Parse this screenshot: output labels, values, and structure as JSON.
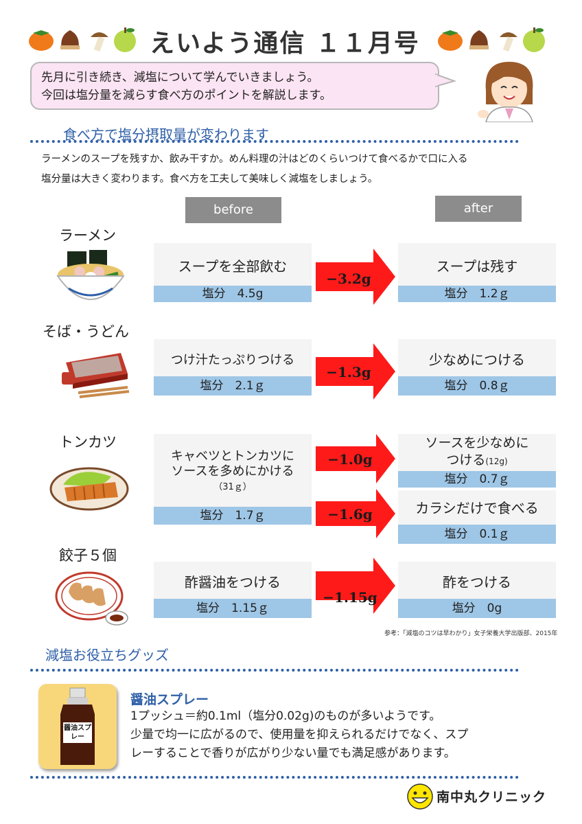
{
  "header": {
    "title": "えいよう通信 １１月号"
  },
  "speech_bubble": {
    "line1": "先月に引き続き、減塩について学んでいきましょう。",
    "line2": "今回は塩分量を減らす食べ方のポイントを解説します。"
  },
  "section1": {
    "title": "食べ方で塩分摂取量が変わります",
    "intro_line1": "ラーメンのスープを残すか、飲み干すか。めん料理の汁はどのくらいつけて食べるかで口に入る",
    "intro_line2": "塩分量は大きく変わります。食べ方を工夫して美味しく減塩をしましょう。"
  },
  "headers": {
    "before": "before",
    "after": "after"
  },
  "foods": {
    "ramen": {
      "name": "ラーメン",
      "before": "スープを全部飲む",
      "before_salt": "塩分　4.5g",
      "diff": "−3.2g",
      "after": "スープは残す",
      "after_salt": "塩分　1.2ｇ"
    },
    "soba": {
      "name": "そば・うどん",
      "before": "つけ汁たっぷりつける",
      "before_salt": "塩分　2.1ｇ",
      "diff": "−1.3g",
      "after": "少なめにつける",
      "after_salt": "塩分　0.8ｇ"
    },
    "tonkatsu": {
      "name": "トンカツ",
      "before_line1": "キャベツとトンカツに",
      "before_line2": "ソースを多めにかける",
      "before_note": "（31ｇ）",
      "before_salt": "塩分　1.7ｇ",
      "diff1": "−1.0g",
      "after1_line1": "ソースを少なめに",
      "after1_line2": "つける",
      "after1_note": "(12g)",
      "after1_salt": "塩分　0.7ｇ",
      "diff2": "−1.6g",
      "after2": "カラシだけで食べる",
      "after2_salt": "塩分　0.1ｇ"
    },
    "gyoza": {
      "name": "餃子５個",
      "before": "酢醤油をつける",
      "before_salt": "塩分　1.15ｇ",
      "diff": "−1.15g",
      "after": "酢をつける",
      "after_salt": "塩分　0g"
    }
  },
  "reference": "参考：「減塩のコツは早わかり」女子栄養大学出版部、2015年",
  "section2": {
    "title": "減塩お役立ちグッズ",
    "goods_title": "醤油スプレー",
    "goods_line1": "1プッシュ＝約0.1ml（塩分0.02g)のものが多いようです。",
    "goods_line2": "少量で均一に広がるので、使用量を抑えられるだけでなく、スプ",
    "goods_line3": "レーすることで香りが広がり少ない量でも満足感があります。",
    "bottle_label": "醤油スプレー"
  },
  "footer": {
    "clinic": "南中丸クリニック"
  },
  "colors": {
    "accent_blue": "#2e5fa8",
    "bar_blue": "#9ec6e6",
    "arrow_red": "#ff1a1a",
    "bubble_pink": "#fbe4f3"
  }
}
